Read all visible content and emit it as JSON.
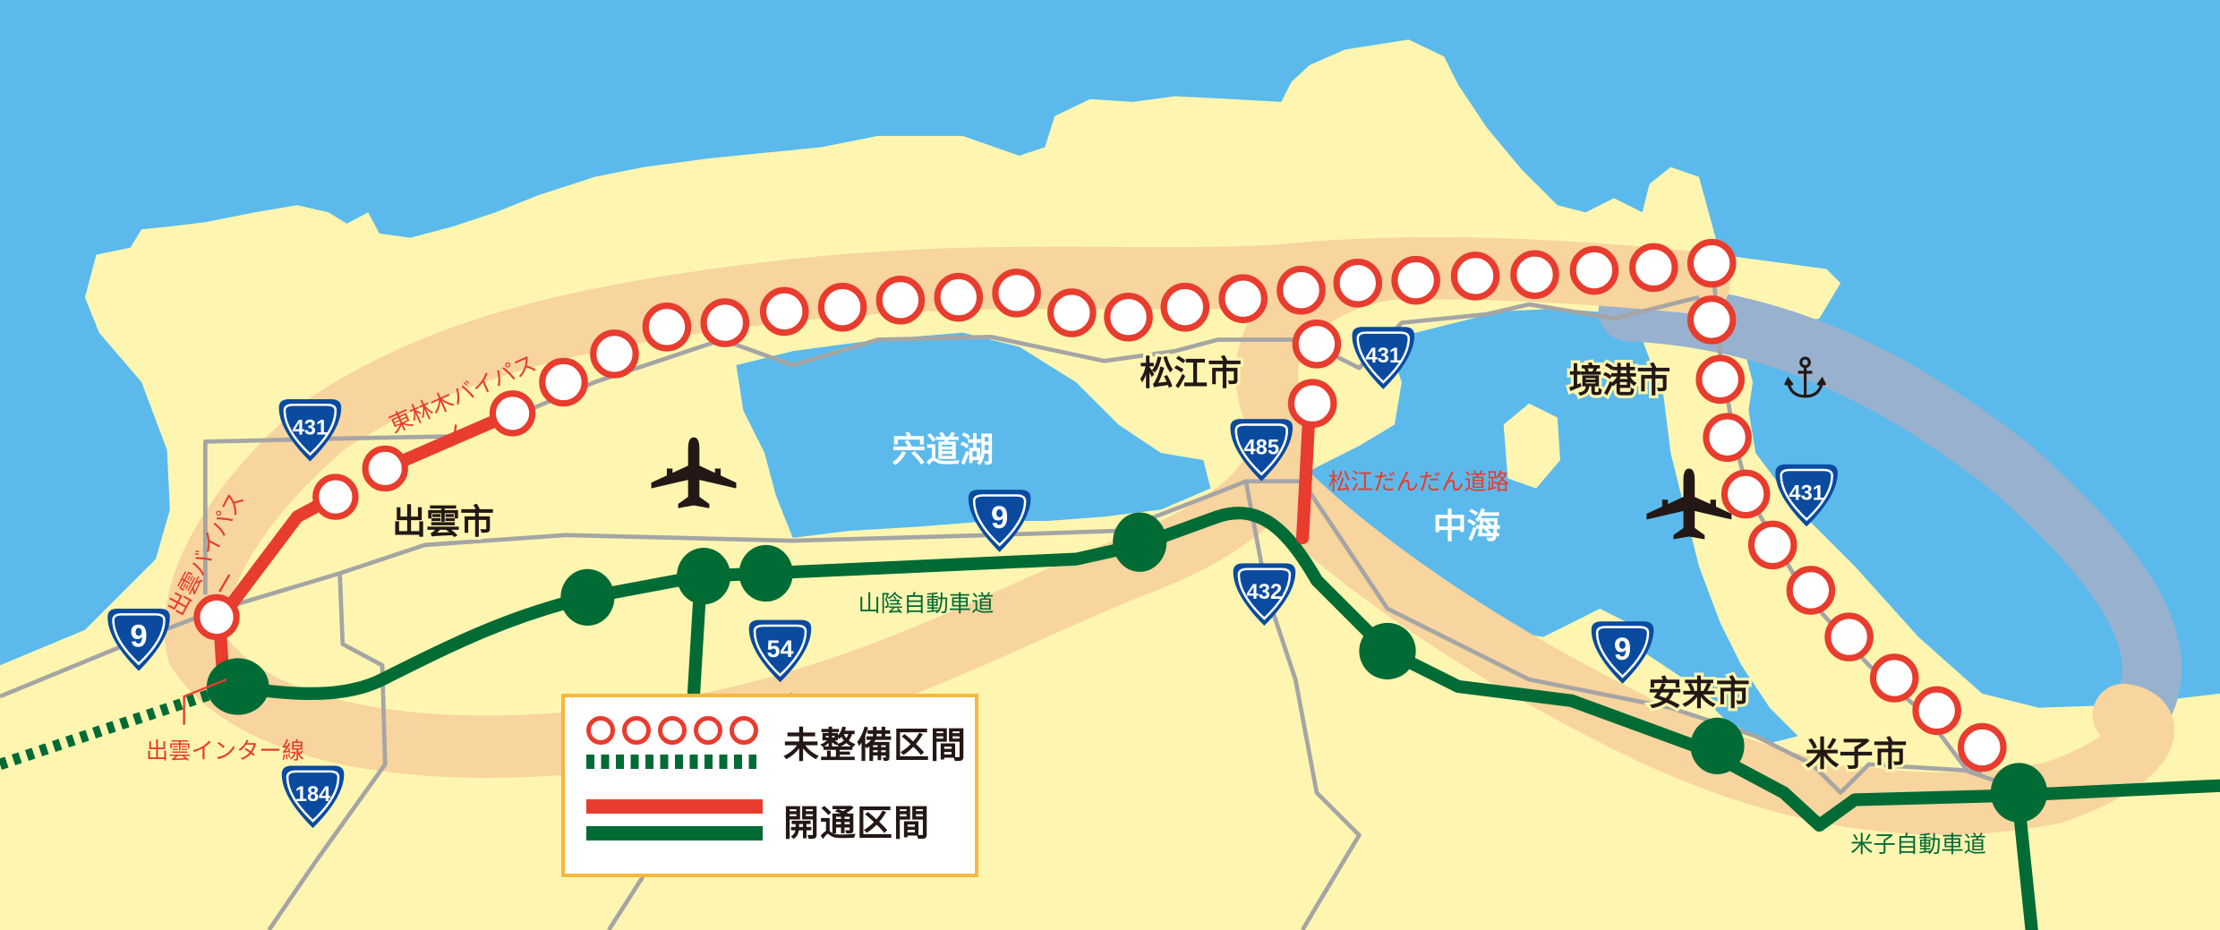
{
  "map": {
    "colors": {
      "sea": "#5bbaeb",
      "land": "#fef6b0",
      "corridor_land": "#f8d49e",
      "corridor_sea": "#98b1cf",
      "planned": "#e83c2e",
      "expressway": "#006b35",
      "national_road": "#a5a5a5",
      "shield": "#0a4ba0",
      "legend_border": "#f5b83d"
    },
    "cities": {
      "izumo": "出雲市",
      "matsue": "松江市",
      "sakaiminato": "境港市",
      "yasugi": "安来市",
      "yonago": "米子市"
    },
    "water_bodies": {
      "shinji_lake": "宍道湖",
      "nakaumi": "中海"
    },
    "routes": {
      "izumo_bypass": "出雲バイパス",
      "higashibayashigi_bypass": "東林木バイパス",
      "izumo_inter_line": "出雲インター線",
      "matsue_dandan_road": "松江だんだん道路",
      "sanin_expressway": "山陰自動車道",
      "yonago_expressway": "米子自動車道"
    },
    "road_shields": [
      {
        "id": "r9_west",
        "number": "9"
      },
      {
        "id": "r431_west",
        "number": "431"
      },
      {
        "id": "r184",
        "number": "184"
      },
      {
        "id": "r54",
        "number": "54"
      },
      {
        "id": "r9_center",
        "number": "9"
      },
      {
        "id": "r485",
        "number": "485"
      },
      {
        "id": "r431_matsue",
        "number": "431"
      },
      {
        "id": "r432",
        "number": "432"
      },
      {
        "id": "r431_east",
        "number": "431"
      },
      {
        "id": "r9_east",
        "number": "9"
      }
    ],
    "icons": {
      "izumo_airport": "airplane-icon",
      "yonago_airport": "airplane-icon",
      "sakai_port": "anchor-icon"
    }
  },
  "legend": {
    "unimproved_label": "未整備区間",
    "opened_label": "開通区間"
  }
}
